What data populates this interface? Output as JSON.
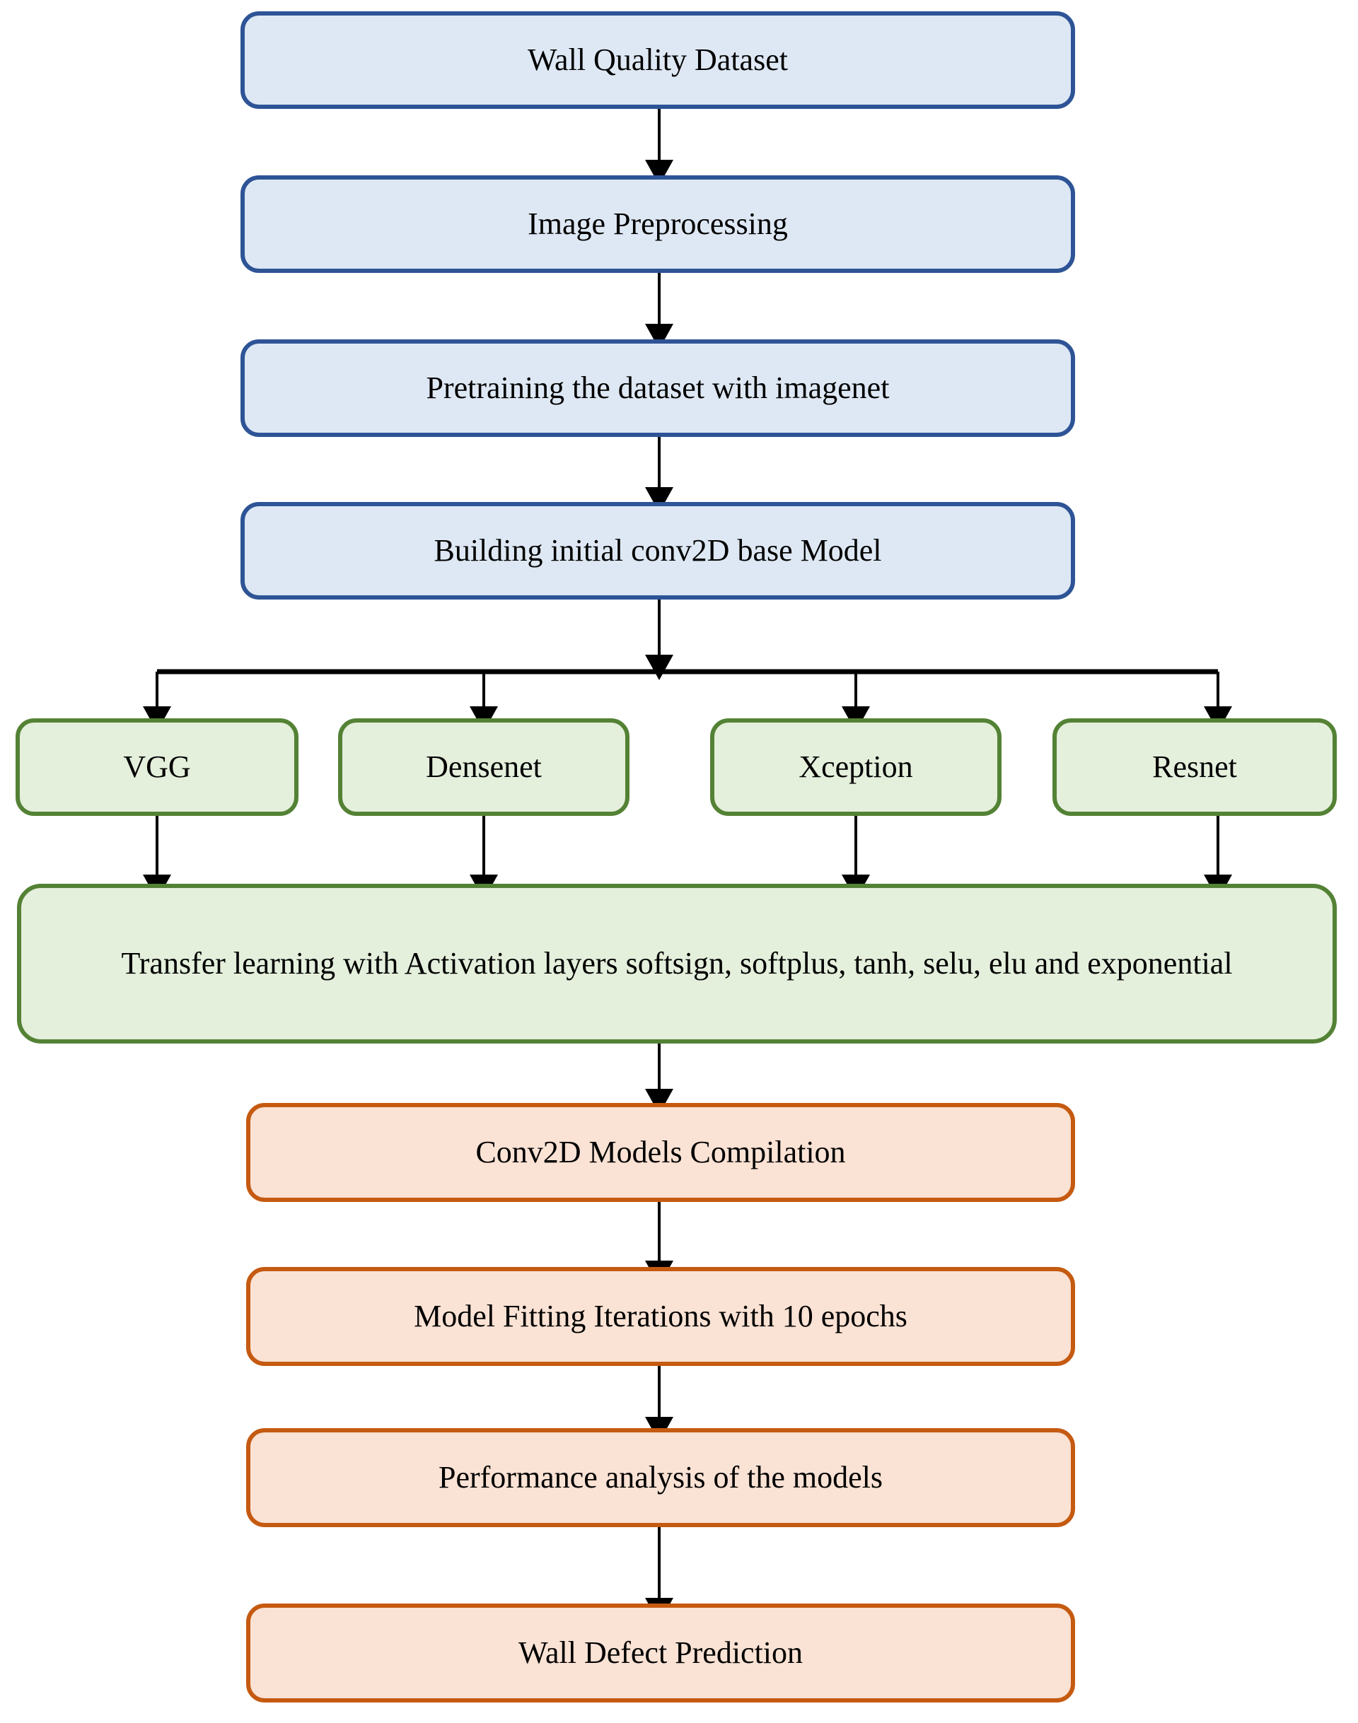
{
  "diagram": {
    "title": "Wall defect prediction deep learning pipeline flowchart",
    "colors": {
      "blue_border": "#2E5496",
      "blue_fill": "#DEE8F4",
      "green_border": "#548235",
      "green_fill": "#E4EFDC",
      "orange_border": "#C55A11",
      "orange_fill": "#FAE2D4",
      "arrow": "#000000",
      "background": "#FFFFFF"
    },
    "nodes": [
      {
        "id": "dataset",
        "label": "Wall Quality Dataset"
      },
      {
        "id": "preprocessing",
        "label": "Image Preprocessing"
      },
      {
        "id": "pretraining",
        "label": "Pretraining the dataset with imagenet"
      },
      {
        "id": "base_model",
        "label": "Building initial conv2D base Model"
      },
      {
        "id": "vgg",
        "label": "VGG"
      },
      {
        "id": "densenet",
        "label": "Densenet"
      },
      {
        "id": "xception",
        "label": "Xception"
      },
      {
        "id": "resnet",
        "label": "Resnet"
      },
      {
        "id": "transfer_learning",
        "label": "Transfer learning with Activation layers  softsign, softplus, tanh, selu, elu and exponential"
      },
      {
        "id": "compilation",
        "label": "Conv2D Models Compilation"
      },
      {
        "id": "fitting",
        "label": "Model Fitting Iterations with 10 epochs"
      },
      {
        "id": "performance",
        "label": "Performance analysis  of the models"
      },
      {
        "id": "prediction",
        "label": "Wall Defect Prediction"
      }
    ],
    "edges": [
      {
        "from": "dataset",
        "to": "preprocessing"
      },
      {
        "from": "preprocessing",
        "to": "pretraining"
      },
      {
        "from": "pretraining",
        "to": "base_model"
      },
      {
        "from": "base_model",
        "to": "branch-bus"
      },
      {
        "from": "branch-bus",
        "to": "vgg"
      },
      {
        "from": "branch-bus",
        "to": "densenet"
      },
      {
        "from": "branch-bus",
        "to": "xception"
      },
      {
        "from": "branch-bus",
        "to": "resnet"
      },
      {
        "from": "vgg",
        "to": "transfer_learning"
      },
      {
        "from": "densenet",
        "to": "transfer_learning"
      },
      {
        "from": "xception",
        "to": "transfer_learning"
      },
      {
        "from": "resnet",
        "to": "transfer_learning"
      },
      {
        "from": "transfer_learning",
        "to": "compilation"
      },
      {
        "from": "compilation",
        "to": "fitting"
      },
      {
        "from": "fitting",
        "to": "performance"
      },
      {
        "from": "performance",
        "to": "prediction"
      }
    ]
  }
}
